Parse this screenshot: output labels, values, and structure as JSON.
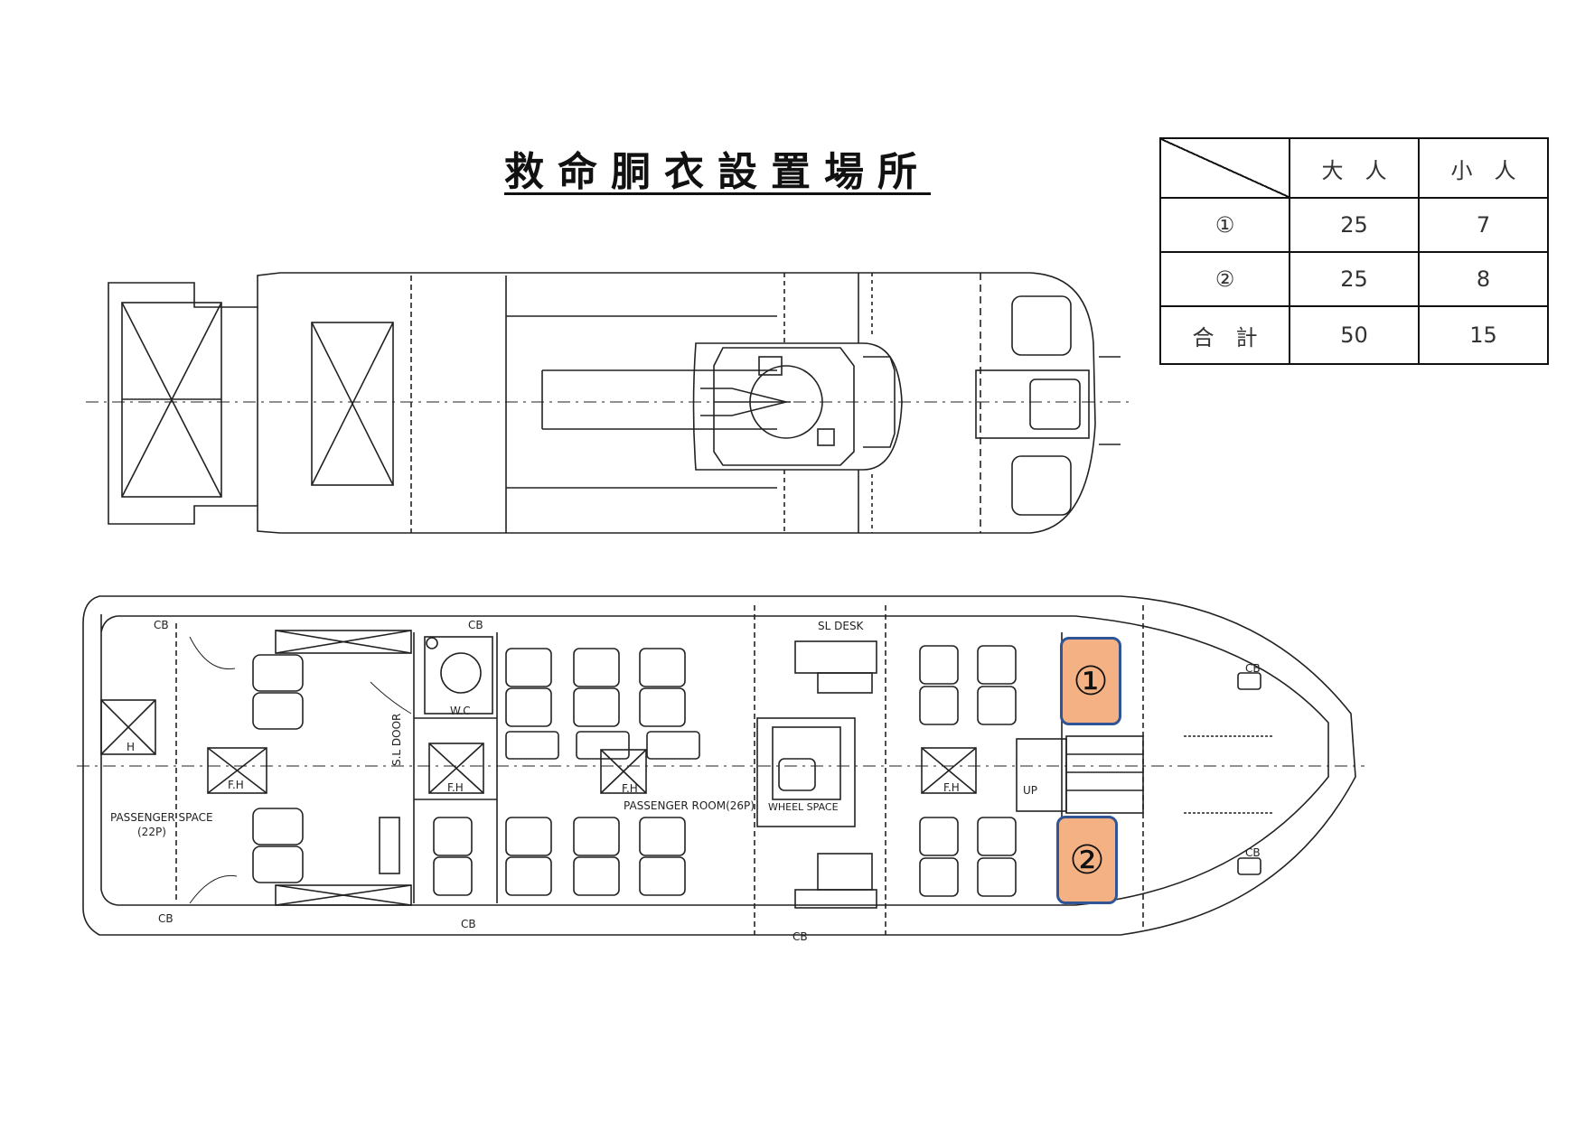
{
  "title": "救命胴衣設置場所",
  "table": {
    "headers": [
      "大人",
      "小人"
    ],
    "rows": [
      {
        "label": "①",
        "adult": "25",
        "child": "7"
      },
      {
        "label": "②",
        "adult": "25",
        "child": "8"
      },
      {
        "label": "合計",
        "adult": "50",
        "child": "15"
      }
    ]
  },
  "markers": {
    "first": "①",
    "second": "②",
    "fill_color": "#f4b183",
    "border_color": "#2f5597"
  },
  "deck_labels": {
    "passenger_space": "PASSENGER SPACE",
    "passenger_space_capacity": "(22P)",
    "passenger_room": "PASSENGER ROOM(26P)",
    "wheel_space": "WHEEL SPACE",
    "wc": "W.C",
    "sl_door": "S.L DOOR",
    "sl_desk": "SL DESK",
    "up": "UP",
    "cb": "CB",
    "fh": "F.H",
    "h": "H"
  }
}
